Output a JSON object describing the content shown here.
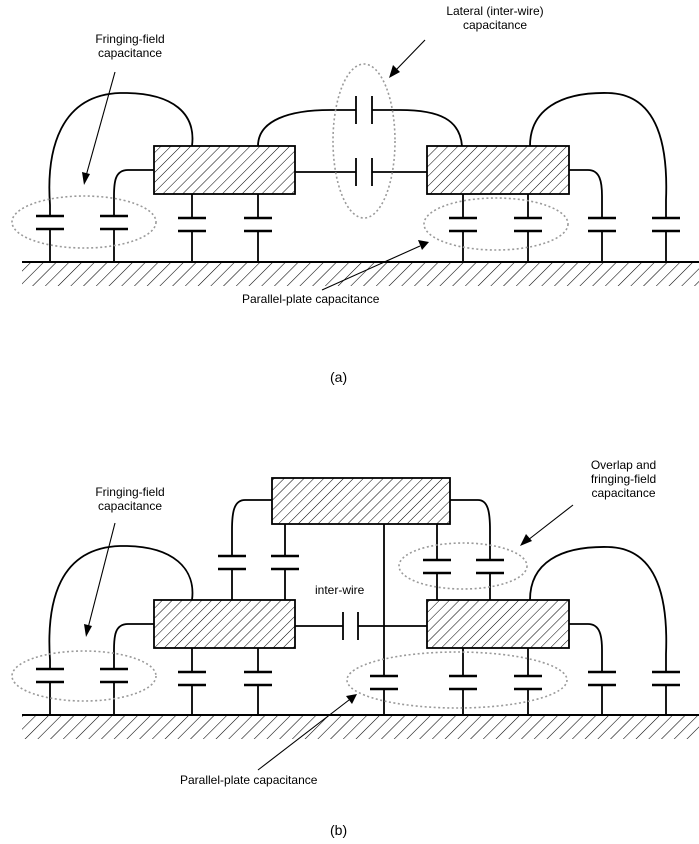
{
  "diagram_a": {
    "caption": "(a)",
    "labels": {
      "fringing_line1": "Fringing-field",
      "fringing_line2": "capacitance",
      "lateral_line1": "Lateral (inter-wire)",
      "lateral_line2": "capacitance",
      "parallel_plate": "Parallel-plate capacitance"
    }
  },
  "diagram_b": {
    "caption": "(b)",
    "labels": {
      "fringing_line1": "Fringing-field",
      "fringing_line2": "capacitance",
      "overlap_line1": "Overlap and",
      "overlap_line2": "fringing-field",
      "overlap_line3": "capacitance",
      "inter_wire": "inter-wire",
      "parallel_plate": "Parallel-plate capacitance"
    }
  },
  "colors": {
    "ink": "#000000",
    "ellipse": "#9a9a9a",
    "background": "#ffffff"
  }
}
